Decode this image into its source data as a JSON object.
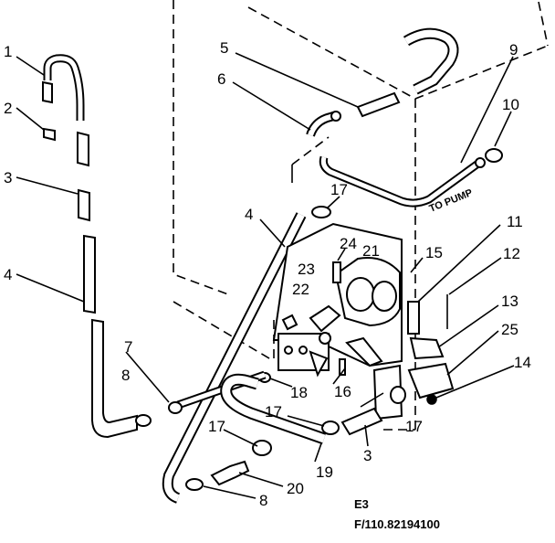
{
  "callouts": [
    {
      "id": "c1a",
      "text": "1"
    },
    {
      "id": "c2a",
      "text": "2"
    },
    {
      "id": "c3a",
      "text": "3"
    },
    {
      "id": "c4a",
      "text": "4"
    },
    {
      "id": "c5",
      "text": "5"
    },
    {
      "id": "c6",
      "text": "6"
    },
    {
      "id": "c9",
      "text": "9"
    },
    {
      "id": "c10",
      "text": "10"
    },
    {
      "id": "c4b",
      "text": "4"
    },
    {
      "id": "c17a",
      "text": "17"
    },
    {
      "id": "c24",
      "text": "24"
    },
    {
      "id": "c21",
      "text": "21"
    },
    {
      "id": "c11",
      "text": "11"
    },
    {
      "id": "c15",
      "text": "15"
    },
    {
      "id": "c12",
      "text": "12"
    },
    {
      "id": "c23",
      "text": "23"
    },
    {
      "id": "c22",
      "text": "22"
    },
    {
      "id": "c13",
      "text": "13"
    },
    {
      "id": "c25",
      "text": "25"
    },
    {
      "id": "c7",
      "text": "7"
    },
    {
      "id": "c8a",
      "text": "8"
    },
    {
      "id": "c18",
      "text": "18"
    },
    {
      "id": "c16",
      "text": "16"
    },
    {
      "id": "c14",
      "text": "14"
    },
    {
      "id": "c17b",
      "text": "17"
    },
    {
      "id": "c17c",
      "text": "17"
    },
    {
      "id": "c17d",
      "text": "17"
    },
    {
      "id": "c3b",
      "text": "3"
    },
    {
      "id": "c19",
      "text": "19"
    },
    {
      "id": "c20",
      "text": "20"
    },
    {
      "id": "c8b",
      "text": "8"
    }
  ],
  "annotation": "TO PUMP",
  "footer": {
    "line1": "E3",
    "line2": "F/110.82194100"
  }
}
